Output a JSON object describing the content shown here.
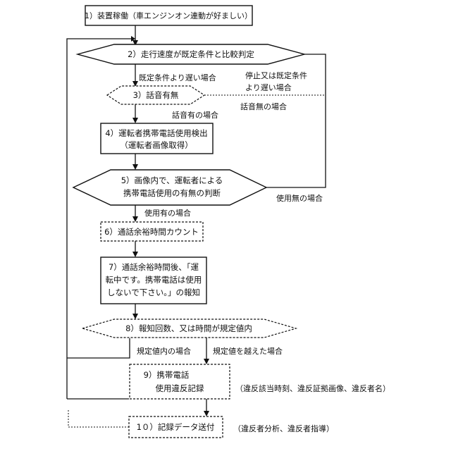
{
  "steps": {
    "s1": "1）装置稼働（車エンジンオン連動が好ましい）",
    "s2": "2）走行速度が既定条件と比較判定",
    "s3": "3）話音有無",
    "s4": [
      "4）運転者携帯電話使用検出",
      "（運転者画像取得）"
    ],
    "s5": [
      "5）画像内で、運転者による",
      "携帯電話使用の有無の判断"
    ],
    "s6": "6）通話余裕時間カウント",
    "s7": [
      "7）通話余裕時間後、「運",
      "転中です。携帯電話は使用",
      "しないで下さい。」の報知"
    ],
    "s8": "8）報知回数、又は時間が規定値内",
    "s9": [
      "9）携帯電話",
      "使用違反記録"
    ],
    "s10": "1０）記録データ送付"
  },
  "labels": {
    "slow": "既定条件より遅い場合",
    "stop": [
      "停止又は既定条件",
      "より遅い場合"
    ],
    "no_voice": "話音無の場合",
    "voice": "話音有の場合",
    "not_used": "使用無の場合",
    "used": "使用有の場合",
    "within": "規定値内の場合",
    "exceeded": "規定値を越えた場合"
  },
  "notes": {
    "record": "（違反該当時刻、違反証拠画像、違反者名）",
    "send": "（違反者分析、違反者指導）"
  }
}
